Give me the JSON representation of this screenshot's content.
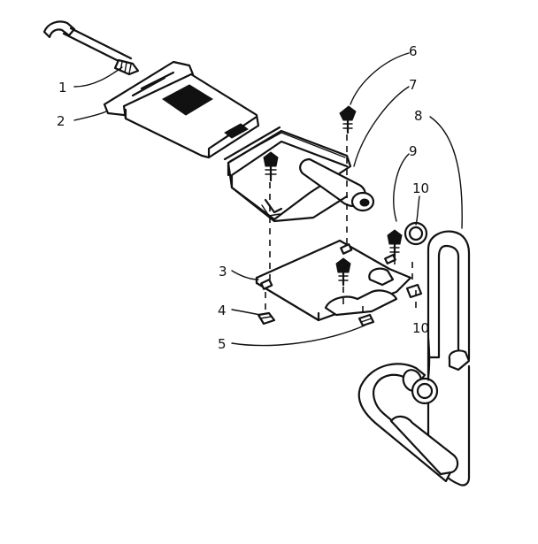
{
  "callouts": [
    {
      "id": "1",
      "label": "1"
    },
    {
      "id": "2",
      "label": "2"
    },
    {
      "id": "3",
      "label": "3"
    },
    {
      "id": "4",
      "label": "4"
    },
    {
      "id": "5",
      "label": "5"
    },
    {
      "id": "6",
      "label": "6"
    },
    {
      "id": "7",
      "label": "7"
    },
    {
      "id": "8",
      "label": "8"
    },
    {
      "id": "9",
      "label": "9"
    },
    {
      "id": "10a",
      "label": "10"
    },
    {
      "id": "10b",
      "label": "10"
    }
  ],
  "colors": {
    "ink": "#111111",
    "background": "#ffffff"
  }
}
